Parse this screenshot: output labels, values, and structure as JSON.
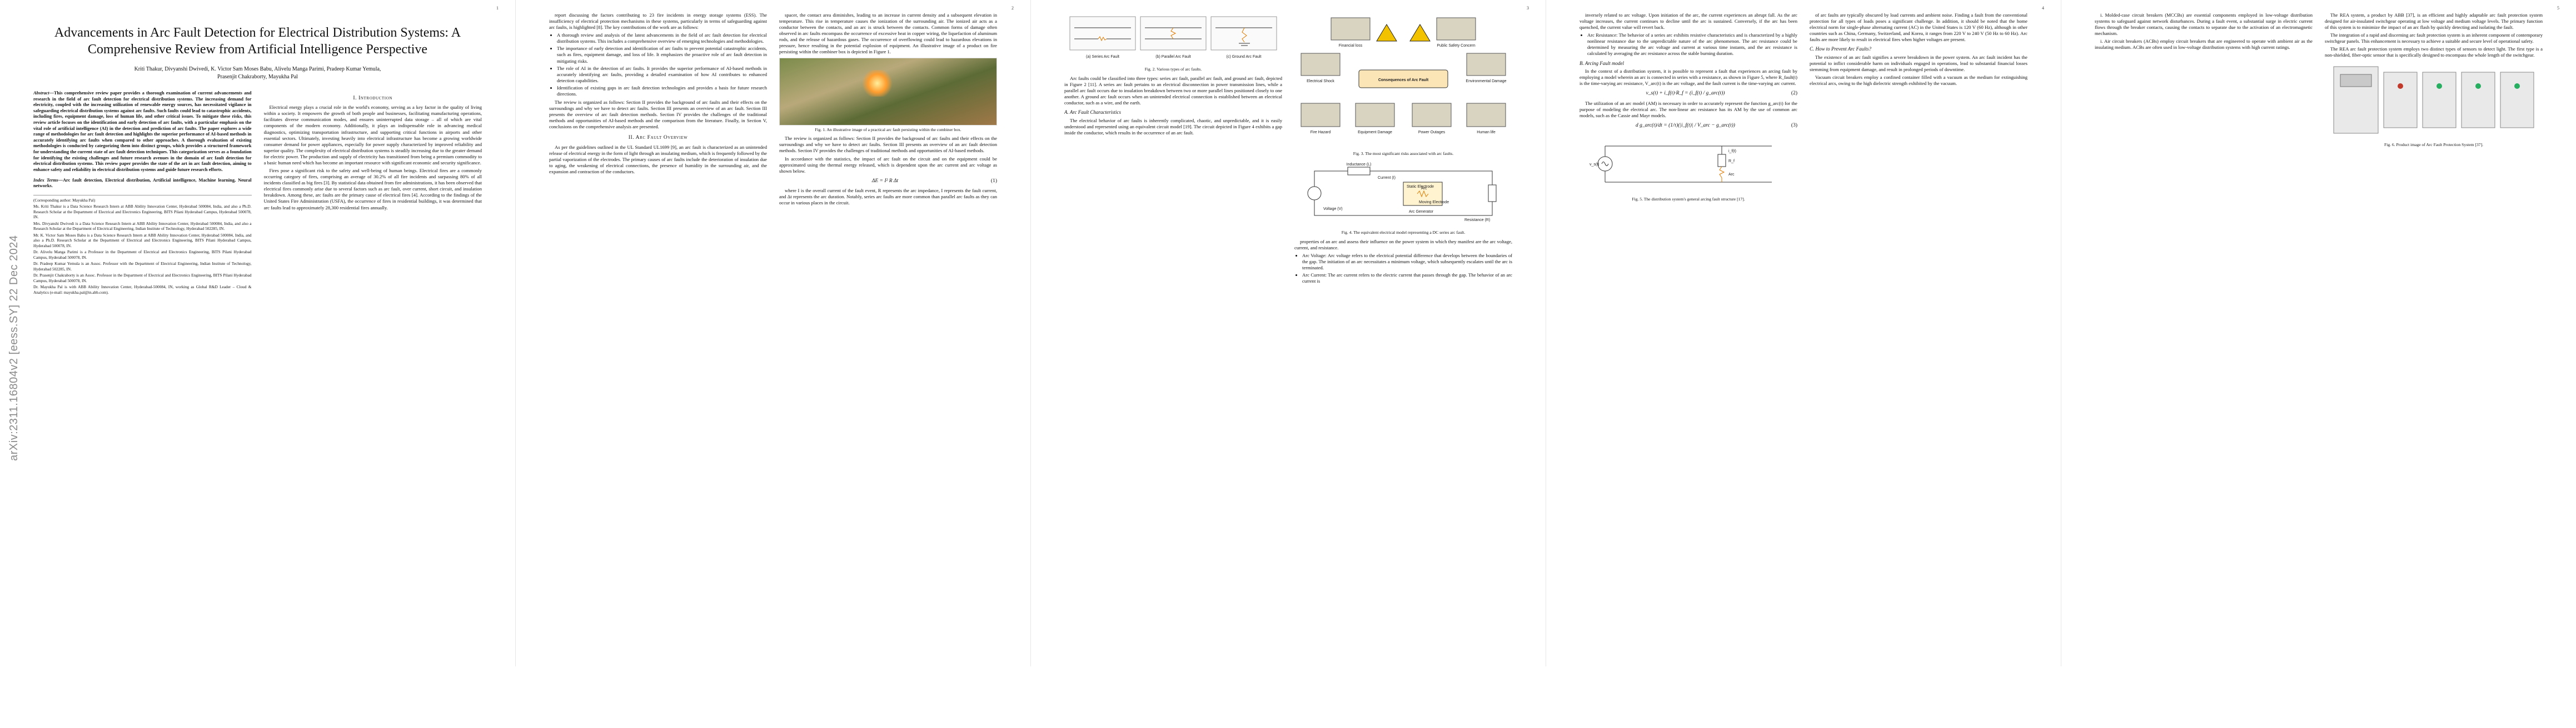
{
  "arxiv_stamp": "arXiv:2311.16804v2  [eess.SY]  22 Dec 2024",
  "page_numbers": [
    "1",
    "2",
    "3",
    "4",
    "5"
  ],
  "paper": {
    "title": "Advancements in Arc Fault Detection for Electrical Distribution Systems: A Comprehensive Review from Artificial Intelligence Perspective",
    "authors_line1": "Kriti Thakur, Divyanshi Dwivedi, K. Victor Sam Moses Babu, Alivelu Manga Parimi, Pradeep Kumar Yemula,",
    "authors_line2": "Prasenjit Chakraborty, Mayukha Pal",
    "abstract_label": "Abstract",
    "abstract": "—This comprehensive review paper provides a thorough examination of current advancements and research in the field of arc fault detection for electrical distribution systems. The increasing demand for electricity, coupled with the increasing utilization of renewable energy sources, has necessitated vigilance in safeguarding electrical distribution systems against arc faults. Such faults could lead to catastrophic accidents, including fires, equipment damage, loss of human life, and other critical issues. To mitigate these risks, this review article focuses on the identification and early detection of arc faults, with a particular emphasis on the vital role of artificial intelligence (AI) in the detection and prediction of arc faults. The paper explores a wide range of methodologies for arc fault detection and highlights the superior performance of AI-based methods in accurately identifying arc faults when compared to other approaches. A thorough evaluation of existing methodologies is conducted by categorizing them into distinct groups, which provides a structured framework for understanding the current state of arc fault detection techniques. This categorization serves as a foundation for identifying the existing challenges and future research avenues in the domain of arc fault detection for electrical distribution systems. This review paper provides the state of the art in arc fault detection, aiming to enhance safety and reliability in electrical distribution systems and guide future research efforts.",
    "index_label": "Index Terms",
    "index_terms": "—Arc fault detection, Electrical distribution, Artificial intelligence, Machine learning, Neural networks.",
    "footnotes": [
      "(Corresponding author: Mayukha Pal)",
      "Ms. Kriti Thakur is a Data Science Research Intern at ABB Ability Innovation Center, Hyderabad 500084, India, and also a Ph.D. Research Scholar at the Department of Electrical and Electronics Engineering, BITS Pilani Hyderabad Campus, Hyderabad 500078, IN.",
      "Mrs. Divyanshi Dwivedi is a Data Science Research Intern at ABB Ability Innovation Center, Hyderabad 500084, India, and also a Research Scholar at the Department of Electrical Engineering, Indian Institute of Technology, Hyderabad 502285, IN.",
      "Mr. K. Victor Sam Moses Babu is a Data Science Research Intern at ABB Ability Innovation Center, Hyderabad 500084, India, and also a Ph.D. Research Scholar at the Department of Electrical and Electronics Engineering, BITS Pilani Hyderabad Campus, Hyderabad 500078, IN.",
      "Dr. Alivelu Manga Parimi is a Professor in the Department of Electrical and Electronics Engineering, BITS Pilani Hyderabad Campus, Hyderabad 500078, IN.",
      "Dr. Pradeep Kumar Yemula is an Assoc. Professor with the Department of Electrical Engineering, Indian Institute of Technology, Hyderabad 502285, IN.",
      "Dr. Prasenjit Chakraborty is an Assoc. Professor in the Department of Electrical and Electronics Engineering, BITS Pilani Hyderabad Campus, Hyderabad 500078, IN.",
      "Dr. Mayukha Pal is with ABB Ability Innovation Center, Hyderabad-500084, IN, working as Global R&D Leader – Cloud & Analytics (e-mail: mayukha.pal@in.abb.com)."
    ]
  },
  "sections": {
    "s1": "I. Introduction",
    "s2": "II. Arc Fault Overview",
    "s2a": "A. Arc Fault Characteristics",
    "s2b": "B. Arcing Fault model",
    "s2c": "C. How to Prevent Arc Faults?"
  },
  "text": {
    "p1_c2_a": "Electrical energy plays a crucial role in the world's economy, serving as a key factor in the quality of living within a society. It empowers the growth of both people and businesses, facilitating manufacturing operations, facilitates diverse communication modes, and ensures uninterrupted data storage – all of which are vital components of the modern economy. Additionally, it plays an indispensable role in advancing medical diagnostics, optimizing transportation infrastructure, and supporting critical functions in airports and other essential sectors. Ultimately, investing heavily into electrical infrastructure has become a growing worldwide consumer demand for power appliances, especially for power supply characterized by improved reliability and superior quality. The complexity of electrical distribution systems is steadily increasing due to the greater demand for electric power. The production and supply of electricity has transitioned from being a premium commodity to a basic human need which has become an important resource with significant economic and security significance.",
    "p1_c2_b": "Fires pose a significant risk to the safety and well-being of human beings. Electrical fires are a commonly occurring category of fires, comprising an average of 30.2% of all fire incidents and surpassing 80% of all incidents classified as big fires [3]. By statistical data obtained from fire administrations, it has been observed that electrical fires commonly arise due to several factors such as arc fault, over current, short circuit, and insulation breakdown. Among these, arc faults are the primary cause of electrical fires [4]. According to the findings of the United States Fire Administration (USFA), the occurrence of fires in residential buildings, it was determined that arc faults lead to approximately 28,300 residential fires annually.",
    "p2_c1_a": "report discussing the factors contributing to 23 fire incidents in energy storage systems (ESS). The insufficiency of electrical protection mechanisms in these systems, particularly in terms of safeguarding against arc faults, is highlighted [8]. The key contributions of the work are as follows:",
    "p2_bullets": [
      "A thorough review and analysis of the latest advancements in the field of arc fault detection for electrical distribution systems. This includes a comprehensive overview of emerging technologies and methodologies.",
      "The importance of early detection and identification of arc faults to prevent potential catastrophic accidents, such as fires, equipment damage, and loss of life. It emphasizes the proactive role of arc fault detection in mitigating risks.",
      "The role of AI in the detection of arc faults. It provides the superior performance of AI-based methods in accurately identifying arc faults, providing a detailed examination of how AI contributes to enhanced detection capabilities.",
      "Identification of existing gaps in arc fault detection technologies and provides a basis for future research directions."
    ],
    "p2_c1_b": "The review is organized as follows: Section II provides the background of arc faults and their effects on the surroundings and why we have to detect arc faults. Section III presents an overview of an arc fault. Section III presents the overview of arc fault detection methods. Section IV provides the challenges of the traditional methods and opportunities of AI-based methods and the comparison from the literature. Finally, in Section V, conclusions on the comprehensive analysis are presented.",
    "p2_c1_c": "As per the guidelines outlined in the UL Standard UL1699 [9], an arc fault is characterized as an unintended release of electrical energy in the form of light through an insulating medium, which is frequently followed by the partial vaporization of the electrodes. The primary causes of arc faults include the deterioration of insulation due to aging, the weakening of electrical connections, the presence of humidity in the surrounding air, and the expansion and contraction of the conductors.",
    "p2_c2_a": "spacer, the contact area diminishes, leading to an increase in current density and a subsequent elevation in temperature. This rise in temperature causes the ionization of the surrounding air. The ionized air acts as a conductor between the contacts, and an arc is struck between the contacts. Common forms of damage often observed in arc faults encompass the occurrence of excessive heat in copper wiring, the liquefaction of aluminum rods, and the release of hazardous gases. The occurrence of overflowing could lead to hazardous elevations in pressure, hence resulting in the potential explosion of equipment. An illustrative image of a product on fire persisting within the combiner box is depicted in Figure 1.",
    "p2_c2_b": "The review is organized as follows: Section II provides the background of arc faults and their effects on the surroundings and why we have to detect arc faults. Section III presents an overview of an arc fault detection methods. Section IV provides the challenges of traditional methods and opportunities of AI-based methods.",
    "p2_c2_c": "In accordance with the statistics, the impact of arc fault on the circuit and on the equipment could be approximated using the thermal energy released, which is dependent upon the arc current and arc voltage as shown below.",
    "eq1": "ΔE = I² R Δt",
    "eq1_num": "(1)",
    "p2_c2_d": "where I is the overall current of the fault event, R represents the arc impedance, I represents the fault current, and Δt represents the arc duration. Notably, series arc faults are more common than parallel arc faults as they can occur in various places in the circuit.",
    "p3_c1_a": "Arc faults could be classified into three types: series arc fault, parallel arc fault, and ground arc fault, depicted in Figure 2 [11]. A series arc fault pertains to an electrical disconnection in power transmission lines, while a parallel arc fault occurs due to insulation breakdown between two or more parallel lines positioned closely to one another. A ground arc fault occurs when an unintended electrical connection is established between an electrical conductor, such as a wire, and the earth.",
    "p3_c1_b": "The electrical behavior of arc faults is inherently complicated, chaotic, and unpredictable, and it is easily understood and represented using an equivalent circuit model [19]. The circuit depicted in Figure 4 exhibits a gap inside the conductor, which results in the occurrence of an arc fault.",
    "p3_c2_a": "properties of an arc and assess their influence on the power system in which they manifest are the arc voltage, current, and resistance.",
    "p3_bul": [
      "Arc Voltage: Arc voltage refers to the electrical potential difference that develops between the boundaries of the gap. The initiation of an arc necessitates a minimum voltage, which subsequently escalates until the arc is terminated.",
      "Arc Current: The arc current refers to the electric current that passes through the gap. The behavior of an arc current is"
    ],
    "p4_c1_a": "inversely related to arc voltage. Upon initiation of the arc, the current experiences an abrupt fall. As the arc voltage increases, the current continues to decline until the arc is sustained. Conversely, if the arc has been quenched, the current value will revert back.",
    "p4_bul": [
      "Arc Resistance: The behavior of a series arc exhibits resistive characteristics and is characterized by a highly nonlinear resistance due to the unpredictable nature of the arc phenomenon. The arc resistance could be determined by measuring the arc voltage and current at various time instants, and the arc resistance is calculated by averaging the arc resistance across the stable burning duration."
    ],
    "p4_c1_b": "In the context of a distribution system, it is possible to represent a fault that experiences an arcing fault by employing a model wherein an arc is connected in series with a resistance, as shown in Figure 5, where R_fault(t) is the time-varying arc resistance, V_arc(t) is the arc voltage, and the fault current is the time-varying arc current.",
    "eq2": "v_s(t) + i_f(t)·R_f = (i_f(t) / g_arc(t))",
    "eq2_num": "(2)",
    "p4_c1_c": "The utilization of an arc model (AM) is necessary in order to accurately represent the function g_arc(t) for the purpose of modeling the electrical arc. The non-linear arc resistance has its AM by the use of common arc models, such as the Cassie and Mayr models.",
    "eq3": "d g_arc(t)/dt = (1/τ)(|i_f(t)| / V_arc − g_arc(t))",
    "eq3_num": "(3)",
    "p4_c2_a": "of arc faults are typically obscured by load currents and ambient noise. Finding a fault from the conventional protection for all types of loads poses a significant challenge. In addition, it should be noted that the home electrical norm for single-phase alternating current (AC) in the United States is 120 V (60 Hz), although in other countries such as China, Germany, Switzerland, and Korea, it ranges from 220 V to 240 V (50 Hz to 60 Hz). Arc faults are more likely to result in electrical fires when higher voltages are present.",
    "p4_c2_b": "The existence of an arc fault signifies a severe breakdown in the power system. An arc fault incident has the potential to inflict considerable harm on individuals engaged in operations, lead to substantial financial losses stemming from equipment damage, and result in prolonged periods of downtime.",
    "p4_c2_c": "Vacuum circuit breakers employ a confined container filled with a vacuum as the medium for extinguishing electrical arcs, owing to the high dielectric strength exhibited by the vacuum.",
    "p5_c1_a": "i. Molded-case circuit breakers (MCCBs) are essential components employed in low-voltage distribution systems to safeguard against network disturbances. During a fault event, a substantial surge in electric current flows through the breaker contacts, causing the contacts to separate due to the activation of an electromagnetic mechanism.",
    "p5_c1_b": "i. Air circuit breakers (ACBs) employ circuit breakers that are engineered to operate with ambient air as the insulating medium. ACBs are often used in low-voltage distribution systems with high current ratings.",
    "p5_c2_a": "The REA system, a product by ABB [37], is an efficient and highly adaptable arc fault protection system designed for air-insulated switchgear operating at low voltage and medium voltage levels. The primary function of this system is to minimize the impact of an arc flash by quickly detecting and isolating the fault.",
    "p5_c2_b": "The integration of a rapid and discerning arc fault protection system is an inherent component of contemporary switchgear panels. This enhancement is necessary to achieve a suitable and secure level of operational safety.",
    "p5_c2_c": "The REA arc fault protection system employs two distinct types of sensors to detect light. The first type is a non-shielded, fiber-optic sensor that is specifically designed to encompass the whole length of the switchgear."
  },
  "figures": {
    "fig1_caption": "Fig. 1.  An illustrative image of a practical arc fault persisting within the combiner box.",
    "fig2_caption": "Fig. 2.  Various types of arc faults.",
    "fig2_labels": [
      "(a) Series Arc Fault",
      "(b) Parallel Arc Fault",
      "(c) Ground Arc Fault"
    ],
    "fig3_caption": "Fig. 3.  The most significant risks associated with arc faults.",
    "fig3_center": "Consequences of Arc Fault",
    "fig3_items": [
      "Financial loss",
      "Public Safety Concern",
      "Electrical Shock",
      "Environmental Damage",
      "Fire Hazard",
      "Equipment Damage",
      "Power Outages",
      "Human life"
    ],
    "fig4_caption": "Fig. 4.  The equivalent electrical model representing a DC series arc fault.",
    "fig4_labels": [
      "Inductance (L)",
      "Current (I)",
      "Voltage (V)",
      "Resistance (R)",
      "Static Electrode",
      "Moving Electrode",
      "Arc",
      "Arc Generator"
    ],
    "fig5_caption": "Fig. 5.  The distribution system's general arcing fault structure [17].",
    "fig5_labels": [
      "v_s(t)",
      "i_f(t)",
      "R_f",
      "Arc"
    ],
    "fig6_caption": "Fig. 6.  Product image of Arc Fault Protection System [37]."
  }
}
